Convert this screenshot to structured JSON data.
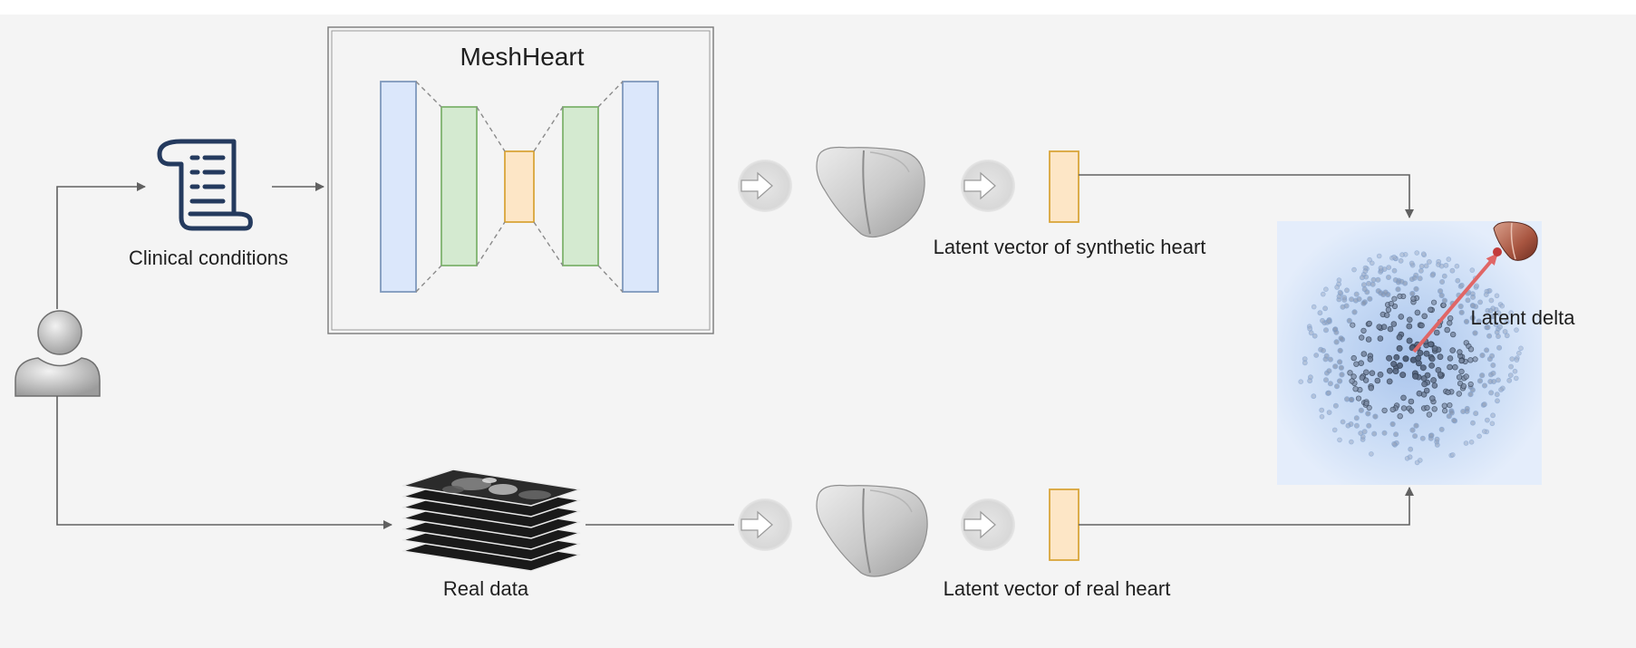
{
  "title": "MeshHeart",
  "labels": {
    "clinical_conditions": "Clinical conditions",
    "real_data": "Real data",
    "latent_synthetic": "Latent vector of synthetic heart",
    "latent_real": "Latent vector of real heart",
    "latent_delta": "Latent delta"
  },
  "colors": {
    "encoder_outer": "#dbe7fb",
    "encoder_outer_stroke": "#7f99bd",
    "encoder_inner": "#d4ead0",
    "encoder_inner_stroke": "#7fb36f",
    "latent": "#fde6c6",
    "latent_stroke": "#d9a53a",
    "arrow": "#616161",
    "delta_arrow": "#e06666",
    "icon_navy": "#243a5e"
  },
  "icons": [
    "user-icon",
    "scroll-document-icon",
    "mri-stack-icon",
    "heart-mesh-icon",
    "circle-arrow-icon",
    "latent-cloud-icon"
  ]
}
